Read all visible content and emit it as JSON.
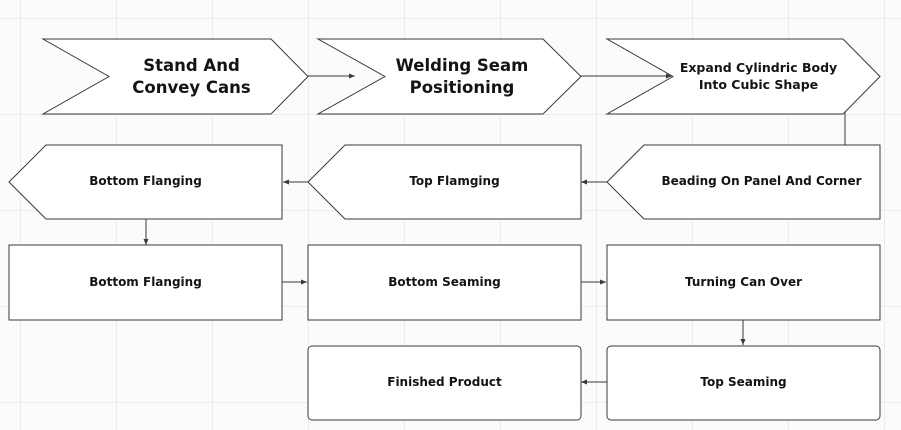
{
  "diagram": {
    "nodes": {
      "stand_convey": "Stand And\nConvey Cans",
      "welding_seam": "Welding Seam\nPositioning",
      "expand_body": "Expand Cylindric Body\nInto Cubic Shape",
      "beading": "Beading On Panel And Corner",
      "top_flamging": "Top Flamging",
      "bottom_flanging_1": "Bottom Flanging",
      "bottom_flanging_2": "Bottom Flanging",
      "bottom_seaming": "Bottom Seaming",
      "turning_over": "Turning Can Over",
      "top_seaming": "Top Seaming",
      "finished_product": "Finished Product"
    },
    "colors": {
      "stroke": "#3a3a3a",
      "fill": "#ffffff",
      "grid": "#ececec",
      "text": "#141414"
    }
  }
}
